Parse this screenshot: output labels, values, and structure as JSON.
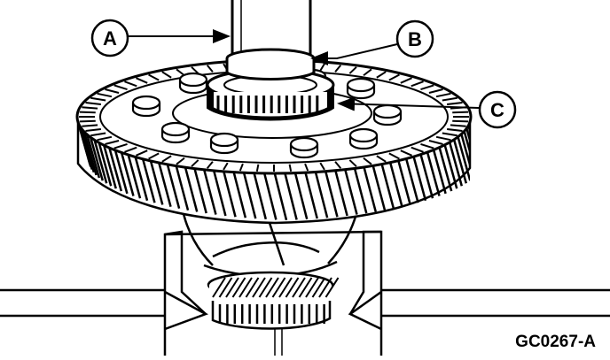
{
  "figure": {
    "code": "GC0267-A",
    "callouts": [
      {
        "id": "A",
        "letter": "A"
      },
      {
        "id": "B",
        "letter": "B"
      },
      {
        "id": "C",
        "letter": "C"
      }
    ]
  },
  "colors": {
    "line": "#000000",
    "background": "#ffffff",
    "shade": "#000000"
  }
}
